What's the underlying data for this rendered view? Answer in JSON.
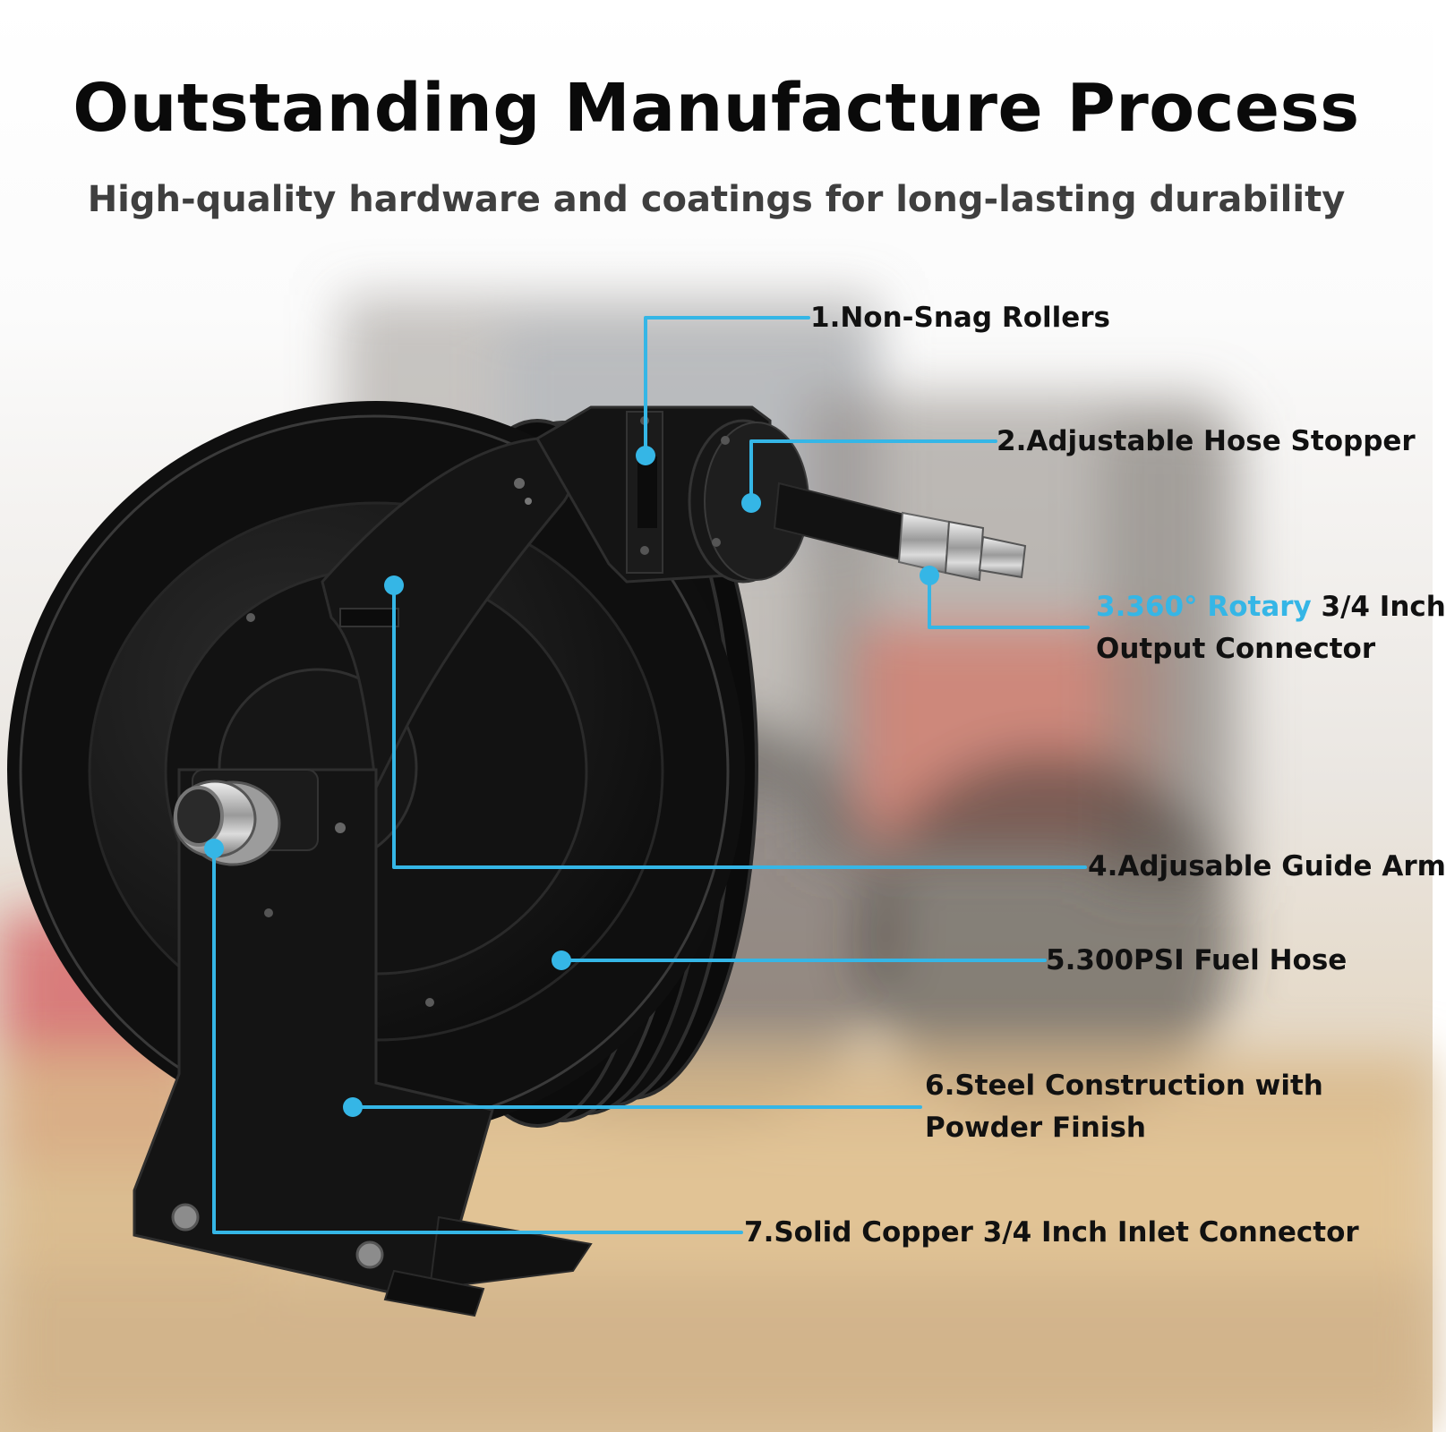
{
  "header": {
    "title": "Outstanding Manufacture Process",
    "subtitle": "High-quality hardware and coatings for long-lasting durability"
  },
  "features": [
    {
      "text": "1.Non-Snag Rollers"
    },
    {
      "text": "2.Adjustable Hose Stopper"
    },
    {
      "highlight": "3.360° Rotary",
      "text": " 3/4 Inch",
      "line2": "Output Connector"
    },
    {
      "text": "4.Adjusable Guide Arm"
    },
    {
      "text": "5.300PSI Fuel Hose"
    },
    {
      "text": "6.Steel Construction with",
      "line2": "Powder Finish"
    },
    {
      "text": "7.Solid Copper 3/4 Inch Inlet Connector"
    }
  ],
  "colors": {
    "callout_line": "#35b6e6",
    "title_text": "#0a0a0a",
    "subtitle_text": "#3f3f3f",
    "reel_body": "#111111"
  }
}
